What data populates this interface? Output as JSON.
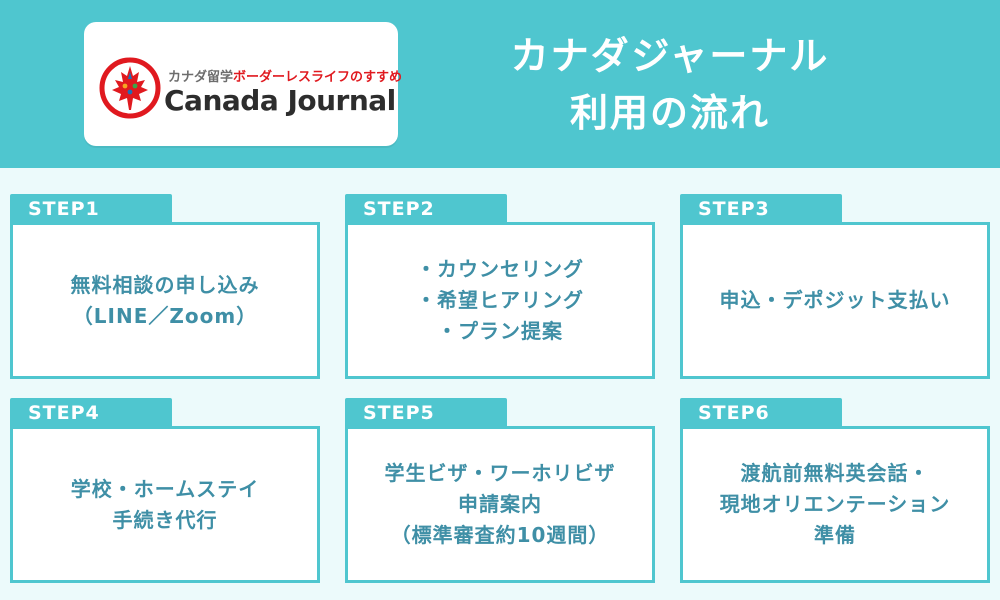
{
  "logo": {
    "tagline_gray": "カナダ留学",
    "tagline_red": "ボーダーレスライフのすすめ",
    "name": "Canada Journal"
  },
  "title": {
    "line1": "カナダジャーナル",
    "line2": "利用の流れ"
  },
  "steps": [
    {
      "label": "STEP1",
      "lines": [
        "無料相談の申し込み",
        "（LINE／Zoom）"
      ]
    },
    {
      "label": "STEP2",
      "lines": [
        "・カウンセリング",
        "・希望ヒアリング",
        "・プラン提案"
      ]
    },
    {
      "label": "STEP3",
      "lines": [
        "申込・デポジット支払い"
      ]
    },
    {
      "label": "STEP4",
      "lines": [
        "学校・ホームステイ",
        "手続き代行"
      ]
    },
    {
      "label": "STEP5",
      "lines": [
        "学生ビザ・ワーホリビザ",
        "申請案内",
        "（標準審査約10週間）"
      ]
    },
    {
      "label": "STEP6",
      "lines": [
        "渡航前無料英会話・",
        "現地オリエンテーション",
        "準備"
      ]
    }
  ],
  "colors": {
    "accent": "#4fc6cf",
    "step_text": "#3f8fa6",
    "background": "#ecfafb",
    "logo_red": "#e0191f"
  },
  "icons": {
    "logo_emblem": "maple-leaf-emblem-icon"
  }
}
